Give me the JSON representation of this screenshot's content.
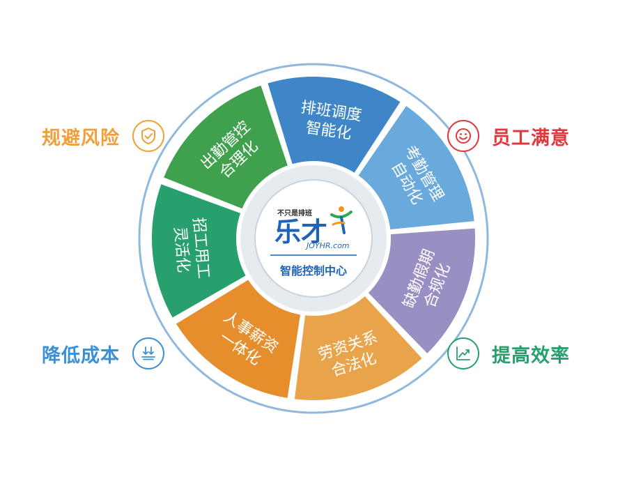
{
  "center": {
    "slogan": "不只是排班",
    "brand": "乐才",
    "domain": "JOYHR.com",
    "title": "智能控制中心"
  },
  "segments": [
    {
      "line1": "排班调度",
      "line2": "智能化",
      "color": "#3f86c9"
    },
    {
      "line1": "考勤管理",
      "line2": "自动化",
      "color": "#6aa9dc"
    },
    {
      "line1": "缺勤假期",
      "line2": "合规化",
      "color": "#9a8fc3"
    },
    {
      "line1": "劳资关系",
      "line2": "合法化",
      "color": "#e9a34a"
    },
    {
      "line1": "人事薪资",
      "line2": "一体化",
      "color": "#e68e2c"
    },
    {
      "line1": "招工用工",
      "line2": "灵活化",
      "color": "#27a06e"
    },
    {
      "line1": "出勤管控",
      "line2": "合理化",
      "color": "#3fa04e"
    }
  ],
  "benefits": {
    "avoid": {
      "label": "规避风险",
      "color": "#f0a03a",
      "icon": "shield-check-icon"
    },
    "satisfy": {
      "label": "员工满意",
      "color": "#e0383a",
      "icon": "smiley-icon"
    },
    "cost": {
      "label": "降低成本",
      "color": "#3b8fd6",
      "icon": "arrows-down-icon"
    },
    "efficiency": {
      "label": "提高效率",
      "color": "#27a06e",
      "icon": "trend-up-icon"
    }
  },
  "colors": {
    "outer_ring": "#8fb8de",
    "inner_ring": "#d7dee6",
    "brand_blue": "#1f63b8",
    "logo_accent_orange": "#f0961e",
    "logo_accent_green": "#2fa84f"
  }
}
